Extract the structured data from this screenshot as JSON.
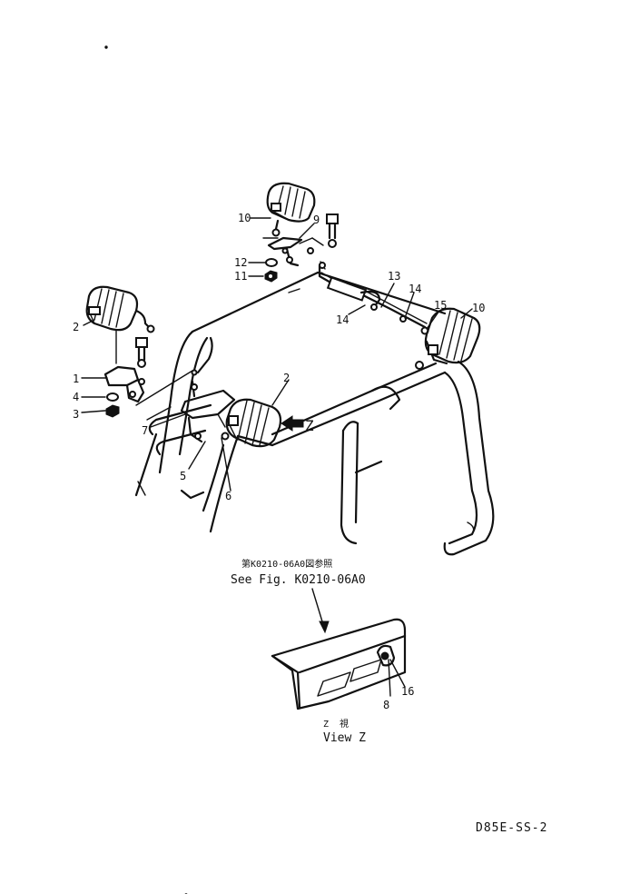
{
  "callouts": {
    "c1": "1",
    "c2a": "2",
    "c2b": "2",
    "c3": "3",
    "c4": "4",
    "c5": "5",
    "c6": "6",
    "c7": "7",
    "c8": "8",
    "c9": "9",
    "c10a": "10",
    "c10b": "10",
    "c11": "11",
    "c12": "12",
    "c13": "13",
    "c14a": "14",
    "c14b": "14",
    "c15": "15",
    "c16": "16"
  },
  "view_marker": "Z",
  "reference": {
    "jp": "第K0210-06A0図参照",
    "en": "See Fig. K0210-06A0"
  },
  "view_caption": {
    "jp": "Z  視",
    "en": "View Z"
  },
  "figure_id": "D85E-SS-2"
}
